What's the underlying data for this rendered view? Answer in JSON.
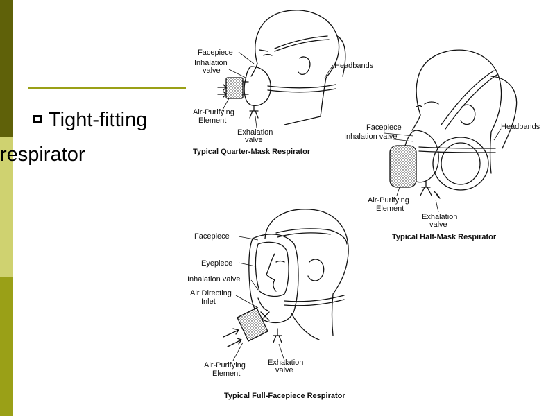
{
  "slide": {
    "bullet_line1": "Tight-fitting",
    "bullet_line2": "respirator",
    "accent_colors": {
      "dark": "#5f6109",
      "light": "#cfd270",
      "mid": "#9aa017"
    }
  },
  "figures": {
    "quarter": {
      "caption": "Typical Quarter-Mask Respirator",
      "labels": {
        "facepiece": "Facepiece",
        "inhalation_1": "Inhalation",
        "inhalation_2": "valve",
        "headbands": "Headbands",
        "air_purifying_1": "Air-Purifying",
        "air_purifying_2": "Element",
        "exhalation_1": "Exhalation",
        "exhalation_2": "valve"
      }
    },
    "half": {
      "caption": "Typical Half-Mask Respirator",
      "labels": {
        "facepiece": "Facepiece",
        "inhalation": "Inhalation valve",
        "headbands": "Headbands",
        "air_purifying_1": "Air-Purifying",
        "air_purifying_2": "Element",
        "exhalation_1": "Exhalation",
        "exhalation_2": "valve"
      }
    },
    "full": {
      "caption": "Typical Full-Facepiece Respirator",
      "labels": {
        "facepiece": "Facepiece",
        "eyepiece": "Eyepiece",
        "inhalation": "Inhalation valve",
        "air_directing_1": "Air Directing",
        "air_directing_2": "Inlet",
        "air_purifying_1": "Air-Purifying",
        "air_purifying_2": "Element",
        "exhalation_1": "Exhalation",
        "exhalation_2": "valve"
      }
    }
  }
}
